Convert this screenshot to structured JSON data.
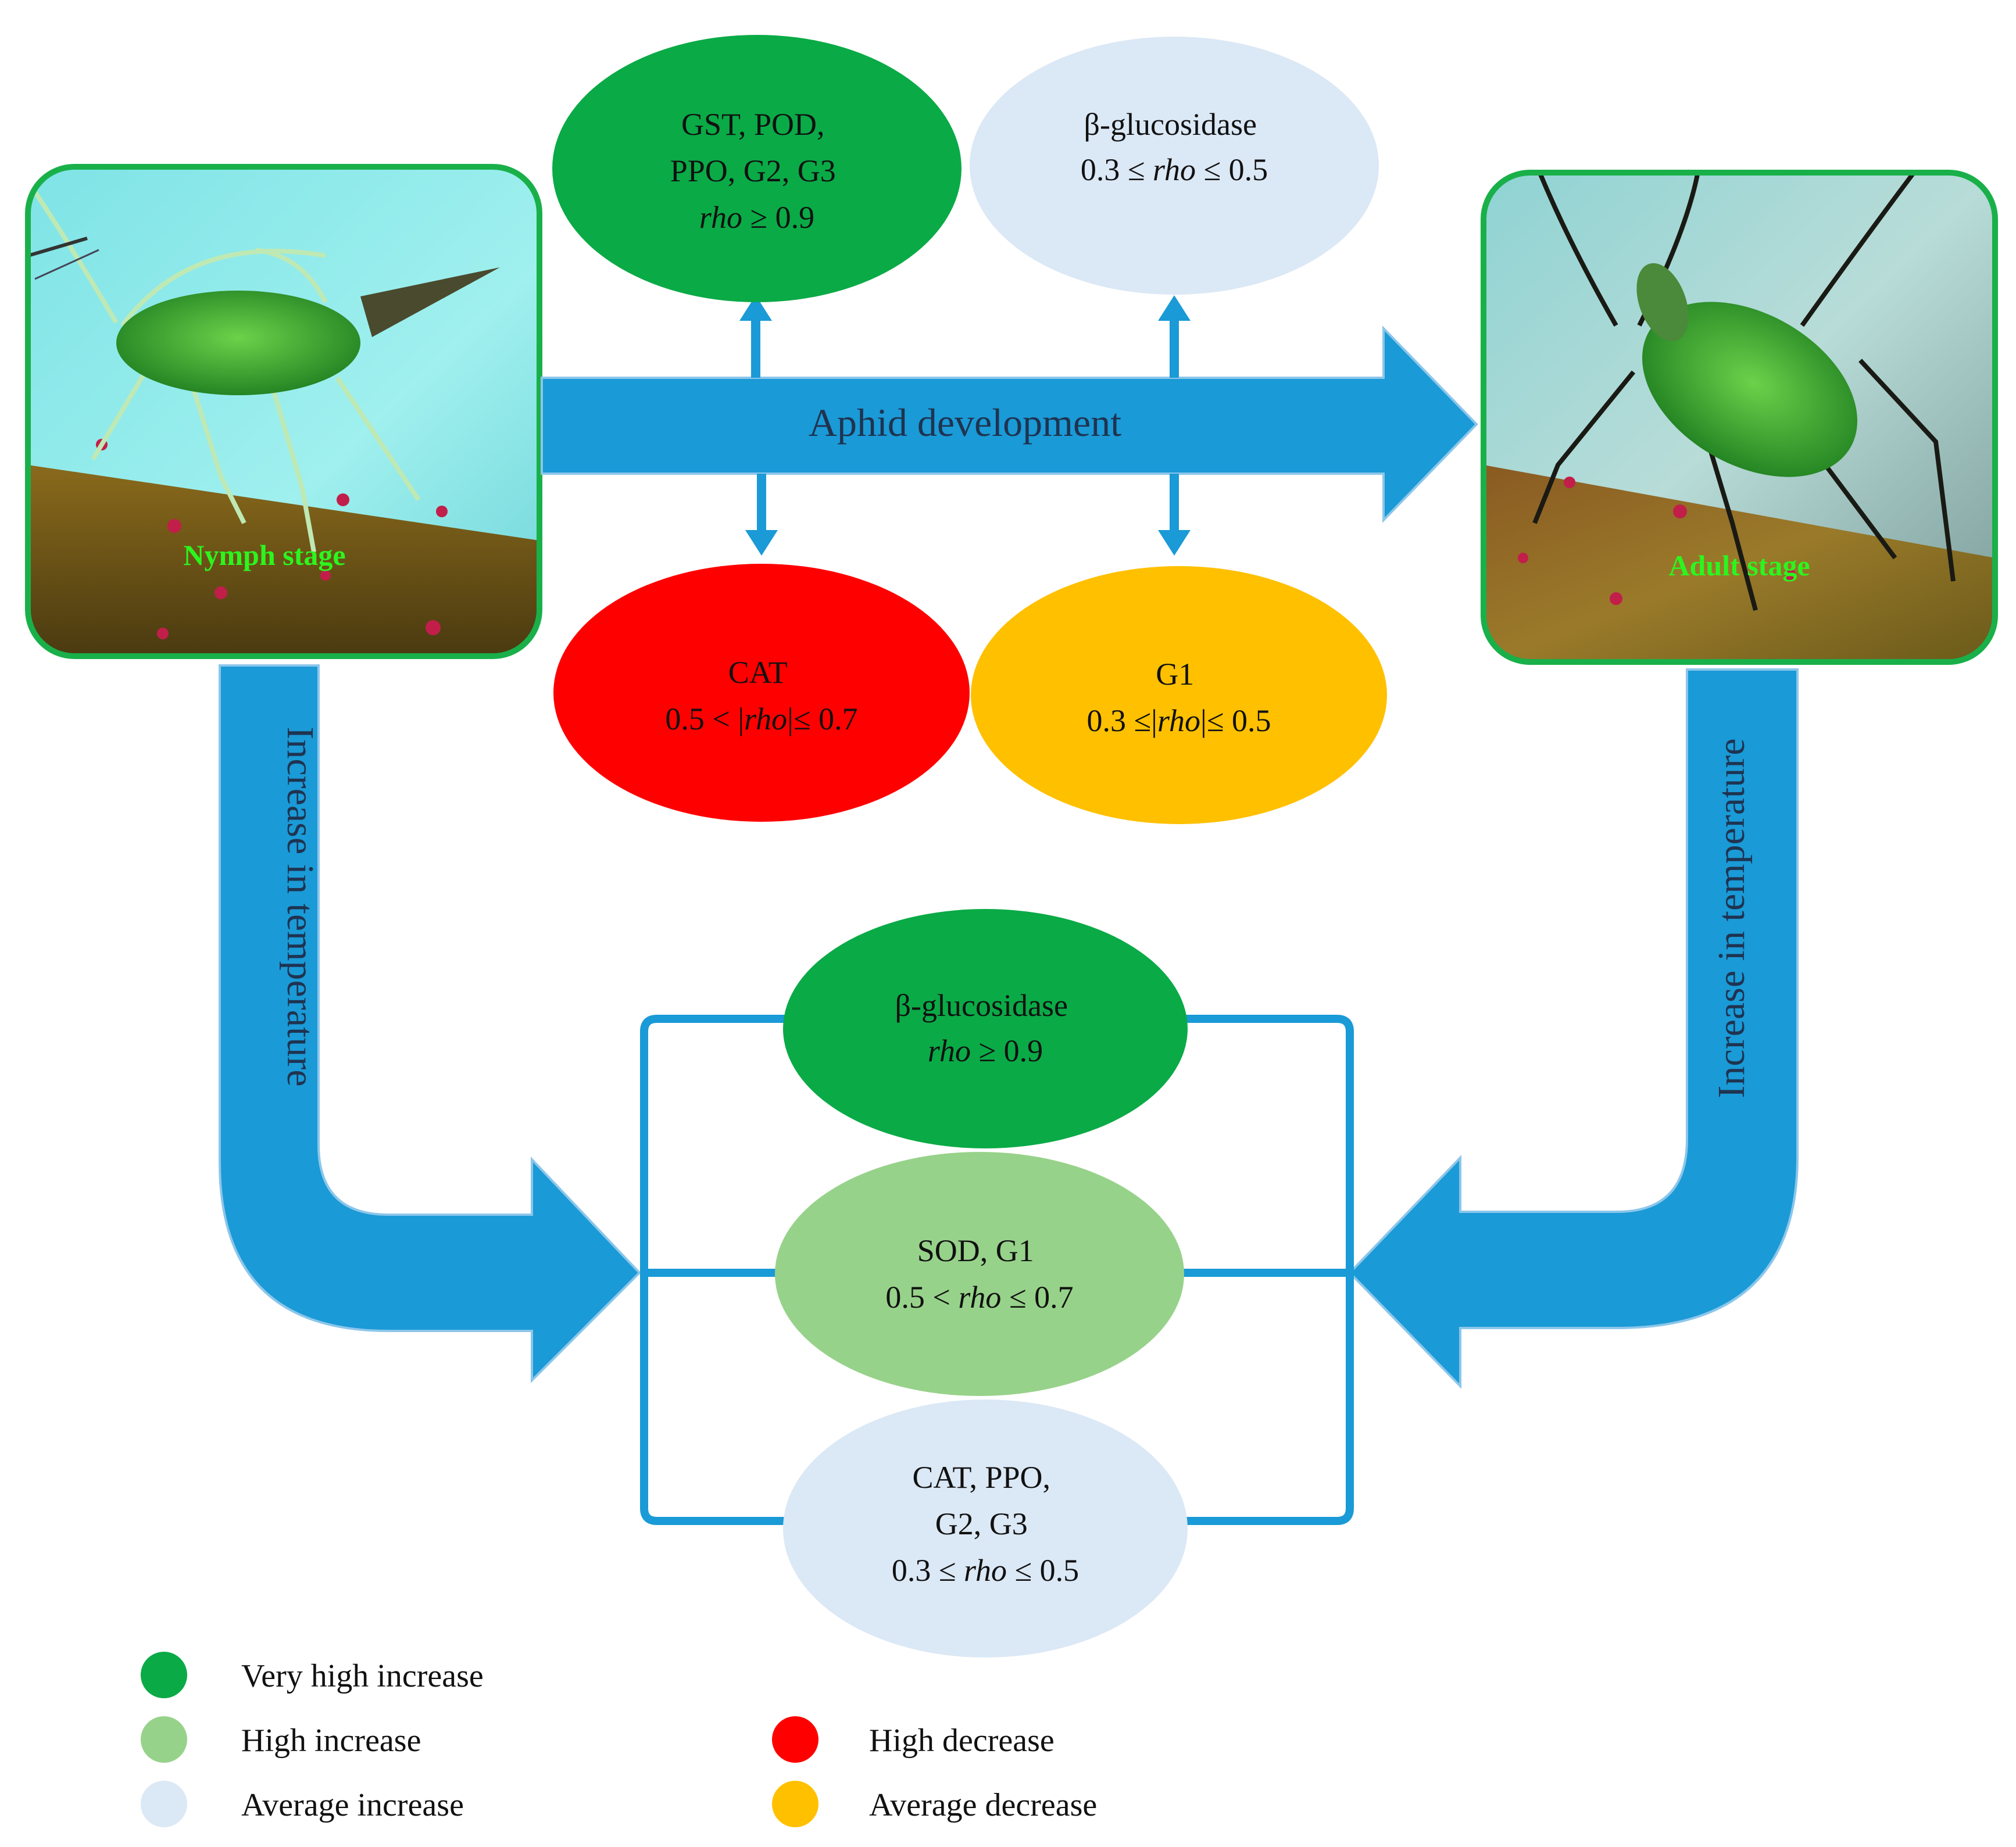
{
  "arrows": {
    "development_label": "Aphid development",
    "left_temperature_label": "Increase in temperature",
    "right_temperature_label": "Increase in temperature"
  },
  "photos": {
    "nymph_label": "Nymph stage",
    "adult_label": "Adult stage"
  },
  "top_nodes": [
    {
      "lines": [
        "GST, POD,",
        "PPO, G2, G3"
      ],
      "rho_prefix": "",
      "rho_suffix": " ≥ 0.9",
      "category": "Very high increase"
    },
    {
      "lines": [
        "β-glucosidase"
      ],
      "rho_prefix": "0.3 ≤ ",
      "rho_suffix": " ≤ 0.5",
      "category": "Average increase"
    }
  ],
  "bottom_development_nodes": [
    {
      "lines": [
        "CAT"
      ],
      "rho_prefix": "0.5 < |",
      "rho_suffix": "|≤ 0.7",
      "category": "High decrease"
    },
    {
      "lines": [
        "G1"
      ],
      "rho_prefix": "0.3 ≤|",
      "rho_suffix": "|≤ 0.5",
      "category": "Average decrease"
    }
  ],
  "temperature_nodes": [
    {
      "lines": [
        "β-glucosidase"
      ],
      "rho_prefix": "",
      "rho_suffix": " ≥ 0.9",
      "category": "Very high increase"
    },
    {
      "lines": [
        "SOD, G1"
      ],
      "rho_prefix": "0.5 < ",
      "rho_suffix": " ≤ 0.7",
      "category": "High increase"
    },
    {
      "lines": [
        "CAT,  PPO,",
        "G2, G3"
      ],
      "rho_prefix": "0.3 ≤ ",
      "rho_suffix": " ≤ 0.5",
      "category": "Average increase"
    }
  ],
  "rho_word": "rho",
  "legend": {
    "left": [
      {
        "label": "Very high increase",
        "color": "#00b050"
      },
      {
        "label": "High increase",
        "color": "#92d050"
      },
      {
        "label": "Average increase",
        "color": "#dbe8f5"
      }
    ],
    "right": [
      {
        "label": "High decrease",
        "color": "#ff0000"
      },
      {
        "label": "Average decrease",
        "color": "#ffc000"
      }
    ]
  },
  "colors": {
    "arrow_blue": "#1a9ad6",
    "very_high_increase": "#0aaa46",
    "high_increase": "#97d28a",
    "average_increase": "#dbe8f5",
    "high_decrease": "#ff0000",
    "average_decrease": "#ffc000",
    "photo_border": "#19b04a",
    "photo_label": "#2cf51e"
  }
}
